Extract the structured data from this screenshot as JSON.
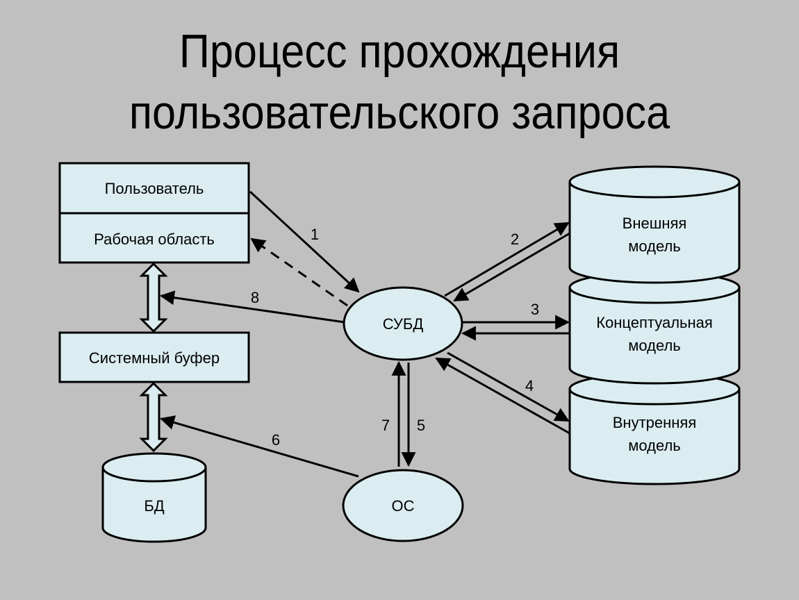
{
  "title": {
    "line1": "Процесс прохождения",
    "line2": "пользовательского запроса"
  },
  "colors": {
    "background": "#c0c0c0",
    "shape_fill": "#dbedf0",
    "stroke": "#000000"
  },
  "nodes": {
    "user": "Пользователь",
    "workspace": "Рабочая область",
    "system_buffer": "Системный буфер",
    "db": "БД",
    "dbms": "СУБД",
    "os": "ОС",
    "external_model": [
      "Внешняя",
      "модель"
    ],
    "conceptual_model": [
      "Концептуальная",
      "модель"
    ],
    "internal_model": [
      "Внутренняя",
      "модель"
    ]
  },
  "edges": [
    {
      "label": "1",
      "from": "Пользователь",
      "to": "СУБД",
      "style": "solid"
    },
    {
      "label": "",
      "from": "СУБД",
      "to": "Рабочая область",
      "style": "dashed"
    },
    {
      "label": "2",
      "from": "СУБД",
      "to": "Внешняя модель",
      "style": "solid",
      "bidirectional_pair": true
    },
    {
      "label": "3",
      "from": "СУБД",
      "to": "Концептуальная модель",
      "style": "solid",
      "bidirectional_pair": true
    },
    {
      "label": "4",
      "from": "СУБД",
      "to": "Внутренняя модель",
      "style": "solid",
      "bidirectional_pair": true
    },
    {
      "label": "5",
      "from": "СУБД",
      "to": "ОС",
      "style": "solid"
    },
    {
      "label": "6",
      "from": "ОС",
      "to": "Системный буфер",
      "style": "solid"
    },
    {
      "label": "7",
      "from": "ОС",
      "to": "СУБД",
      "style": "solid"
    },
    {
      "label": "8",
      "from": "СУБД",
      "to": "Системный буфер",
      "style": "solid"
    }
  ],
  "edge_labels": {
    "e1": "1",
    "e2": "2",
    "e3": "3",
    "e4": "4",
    "e5": "5",
    "e6": "6",
    "e7": "7",
    "e8": "8"
  }
}
